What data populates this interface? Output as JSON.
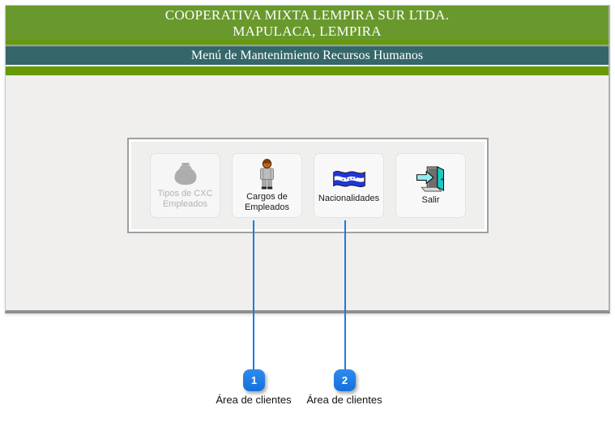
{
  "header": {
    "title_line1": "COOPERATIVA MIXTA LEMPIRA SUR LTDA.",
    "title_line2": "MAPULACA, LEMPIRA",
    "subtitle": "Menú de Mantenimiento Recursos Humanos"
  },
  "menu": {
    "buttons": [
      {
        "id": "tipos-cxc-empleados",
        "label_lines": [
          "Tipos de CXC",
          "Empleados"
        ],
        "icon": "money-bag-icon",
        "enabled": false
      },
      {
        "id": "cargos-empleados",
        "label_lines": [
          "Cargos de",
          "Empleados"
        ],
        "icon": "employee-icon",
        "enabled": true
      },
      {
        "id": "nacionalidades",
        "label_lines": [
          "Nacionalidades"
        ],
        "icon": "honduras-flag-icon",
        "enabled": true
      },
      {
        "id": "salir",
        "label_lines": [
          "Salir"
        ],
        "icon": "exit-door-icon",
        "enabled": true
      }
    ]
  },
  "annotations": {
    "callouts": [
      {
        "number": "1",
        "label": "Área de clientes"
      },
      {
        "number": "2",
        "label": "Área de clientes"
      }
    ],
    "accent_color": "#1a7ce0"
  },
  "colors": {
    "band_green": "#69992d",
    "strip_green": "#669902",
    "teal_bar": "#34666a",
    "body_gray": "#f0efee",
    "flag_blue": "#2236d2",
    "door_teal": "#1ec8c4"
  }
}
